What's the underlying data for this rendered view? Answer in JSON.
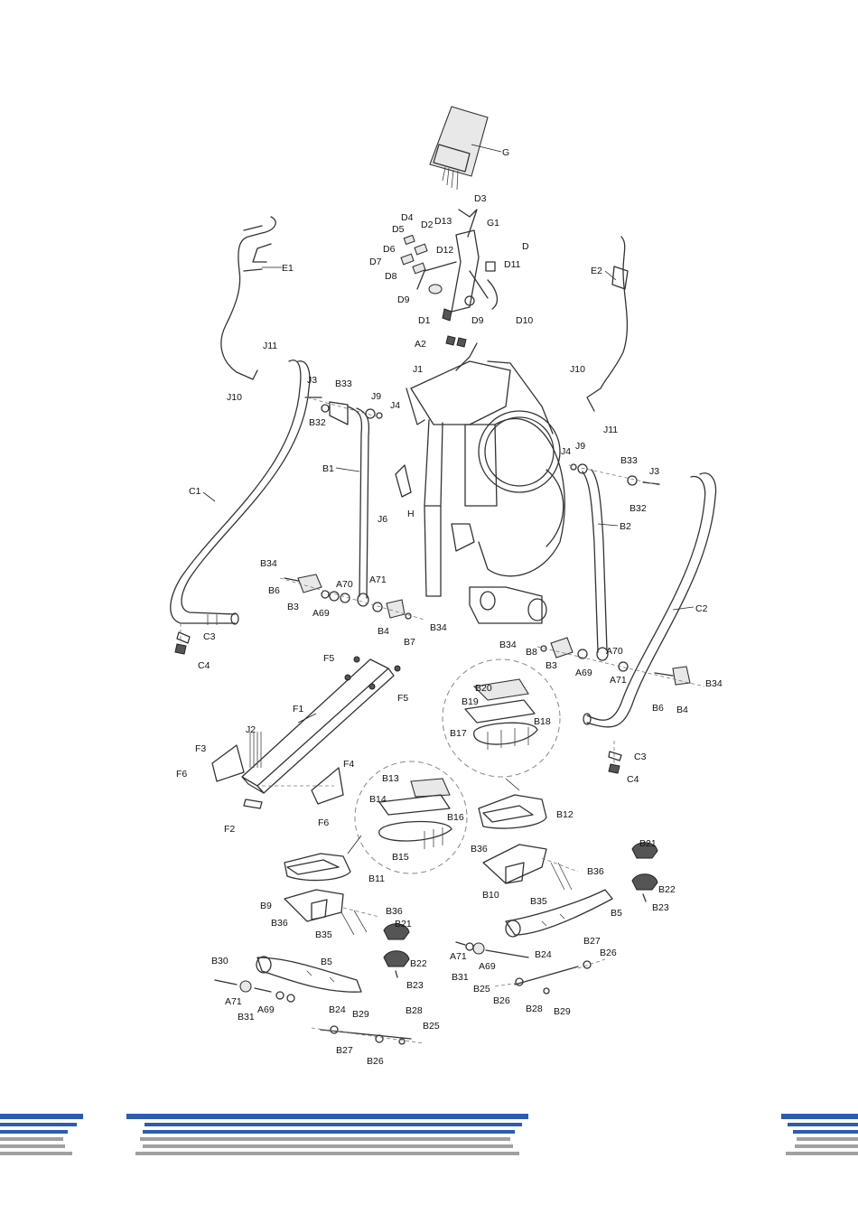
{
  "labels": {
    "G": "G",
    "D3": "D3",
    "G1": "G1",
    "D4": "D4",
    "D13": "D13",
    "D5": "D5",
    "D2": "D2",
    "D": "D",
    "D12": "D12",
    "D6": "D6",
    "D11": "D11",
    "D7": "D7",
    "D8": "D8",
    "D9a": "D9",
    "D9b": "D9",
    "D1": "D1",
    "D10": "D10",
    "E1": "E1",
    "E2": "E2",
    "A2": "A2",
    "J11a": "J11",
    "J10a": "J10",
    "J10b": "J10",
    "J11b": "J11",
    "J1": "J1",
    "J3a": "J3",
    "B33a": "B33",
    "J9a": "J9",
    "J4a": "J4",
    "B32a": "B32",
    "J4b": "J4",
    "J9b": "J9",
    "B33b": "B33",
    "J3b": "J3",
    "B32b": "B32",
    "B1": "B1",
    "C1": "C1",
    "J6": "J6",
    "H": "H",
    "B2": "B2",
    "C2": "C2",
    "B34a": "B34",
    "B6a": "B6",
    "A70a": "A70",
    "A71a": "A71",
    "B3a": "B3",
    "A69a": "A69",
    "B4a": "B4",
    "B7": "B7",
    "B34b": "B34",
    "C3a": "C3",
    "C4a": "C4",
    "B34c": "B34",
    "B8": "B8",
    "A70b": "A70",
    "B3b": "B3",
    "A69b": "A69",
    "A71b": "A71",
    "B6b": "B6",
    "B4b": "B4",
    "B34d": "B34",
    "F5a": "F5",
    "F5b": "F5",
    "F1": "F1",
    "B20": "B20",
    "B19": "B19",
    "B18": "B18",
    "B17": "B17",
    "J2": "J2",
    "F3": "F3",
    "F6a": "F6",
    "F4": "F4",
    "F6b": "F6",
    "F2": "F2",
    "C3b": "C3",
    "C4b": "C4",
    "B13": "B13",
    "B14": "B14",
    "B16": "B16",
    "B15": "B15",
    "B12": "B12",
    "B11": "B11",
    "B21a": "B21",
    "B22a": "B22",
    "B23a": "B23",
    "B36a": "B36",
    "B36b": "B36",
    "B10": "B10",
    "B35a": "B35",
    "B5a": "B5",
    "B9": "B9",
    "B36c": "B36",
    "B36d": "B36",
    "B35b": "B35",
    "B21b": "B21",
    "B22b": "B22",
    "B23b": "B23",
    "A71c": "A71",
    "B31a": "B31",
    "A69c": "A69",
    "B24a": "B24",
    "B27a": "B27",
    "B26a": "B26",
    "B25a": "B25",
    "B26b": "B26",
    "B28a": "B28",
    "B29a": "B29",
    "B30": "B30",
    "B5b": "B5",
    "A71d": "A71",
    "B31b": "B31",
    "A69d": "A69",
    "B24b": "B24",
    "B29b": "B29",
    "B28b": "B28",
    "B25b": "B25",
    "B27b": "B27",
    "B26c": "B26"
  },
  "colors": {
    "footer_blue": "#2a5db0",
    "footer_gray": "#a0a0a0",
    "line": "#333333"
  }
}
